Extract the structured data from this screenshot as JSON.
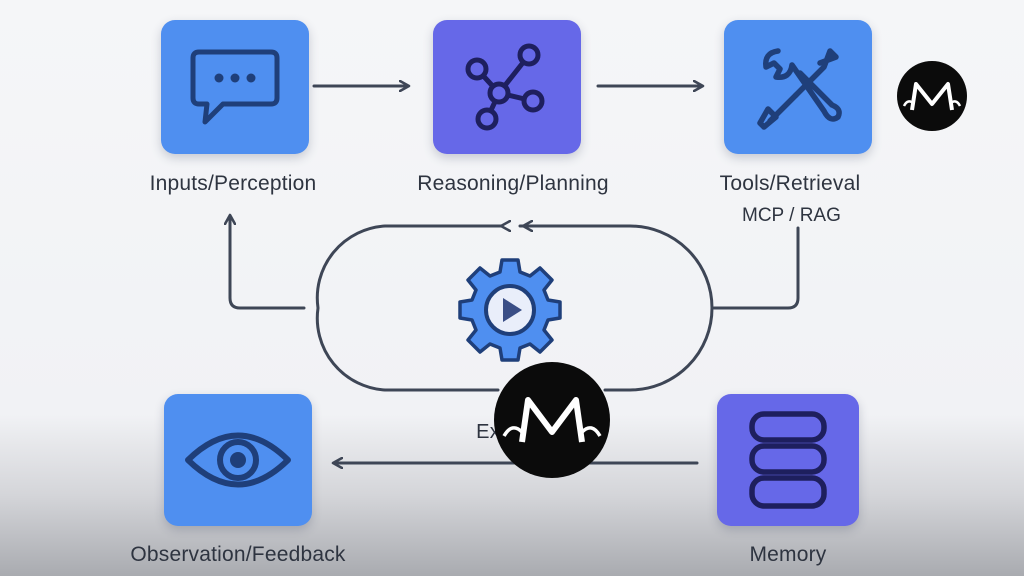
{
  "nodes": {
    "inputs": {
      "label": "Inputs/Perception",
      "icon": "chat-bubble-icon"
    },
    "reasoning": {
      "label": "Reasoning/Planning",
      "icon": "network-graph-icon"
    },
    "tools": {
      "label": "Tools/Retrieval",
      "sublabel": "MCP / RAG",
      "icon": "wrench-screwdriver-icon"
    },
    "execution": {
      "label": "Execution",
      "icon": "gear-play-icon"
    },
    "memory": {
      "label": "Memory",
      "icon": "database-icon"
    },
    "observation": {
      "label": "Observation/Feedback",
      "icon": "eye-icon"
    }
  },
  "colors": {
    "blue_tile": "#4f8ff0",
    "purple_tile": "#6668e8",
    "arrow": "#3e4656",
    "text": "#2e3440",
    "logo_bg": "#0b0b0b"
  }
}
